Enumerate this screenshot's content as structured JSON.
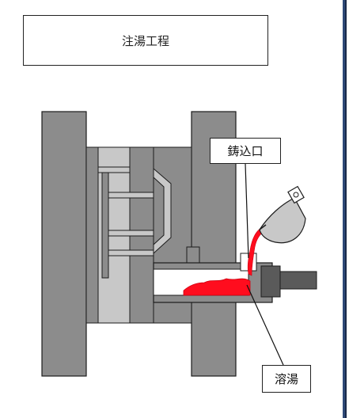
{
  "title": "注湯工程",
  "labels": {
    "sprue": "鋳込口",
    "molten_metal": "溶湯"
  },
  "colors": {
    "gray": "#8c8c8c",
    "dark_gray": "#5a5a5a",
    "light_gray": "#c8c8c8",
    "molten": "#ff0d1e",
    "outline": "#1c1c1c",
    "border_blue": "#2f4a78"
  }
}
